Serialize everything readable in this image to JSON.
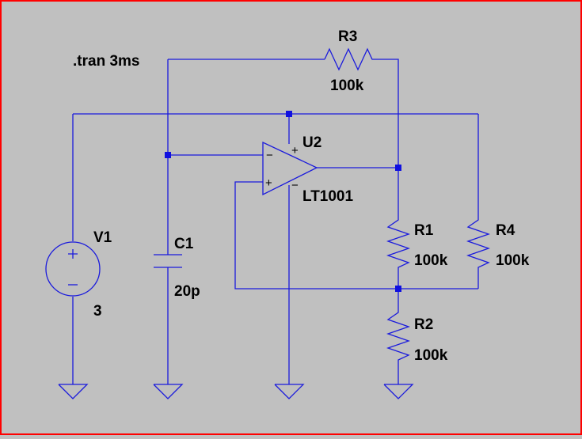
{
  "colors": {
    "background": "#c0c0c0",
    "frame": "#ff0000",
    "wire": "#1a1adc",
    "junction": "#1010e0",
    "text": "#000000"
  },
  "directive": ".tran 3ms",
  "components": {
    "V1": {
      "name": "V1",
      "value": "3",
      "plus": "+",
      "minus": "−"
    },
    "C1": {
      "name": "C1",
      "value": "20p"
    },
    "U2": {
      "name": "U2",
      "model": "LT1001",
      "in_minus": "−",
      "in_plus": "+",
      "supply_plus": "+",
      "supply_minus": "−"
    },
    "R1": {
      "name": "R1",
      "value": "100k"
    },
    "R2": {
      "name": "R2",
      "value": "100k"
    },
    "R3": {
      "name": "R3",
      "value": "100k"
    },
    "R4": {
      "name": "R4",
      "value": "100k"
    }
  },
  "grounds": [
    "V1",
    "C1",
    "U2",
    "R2"
  ]
}
